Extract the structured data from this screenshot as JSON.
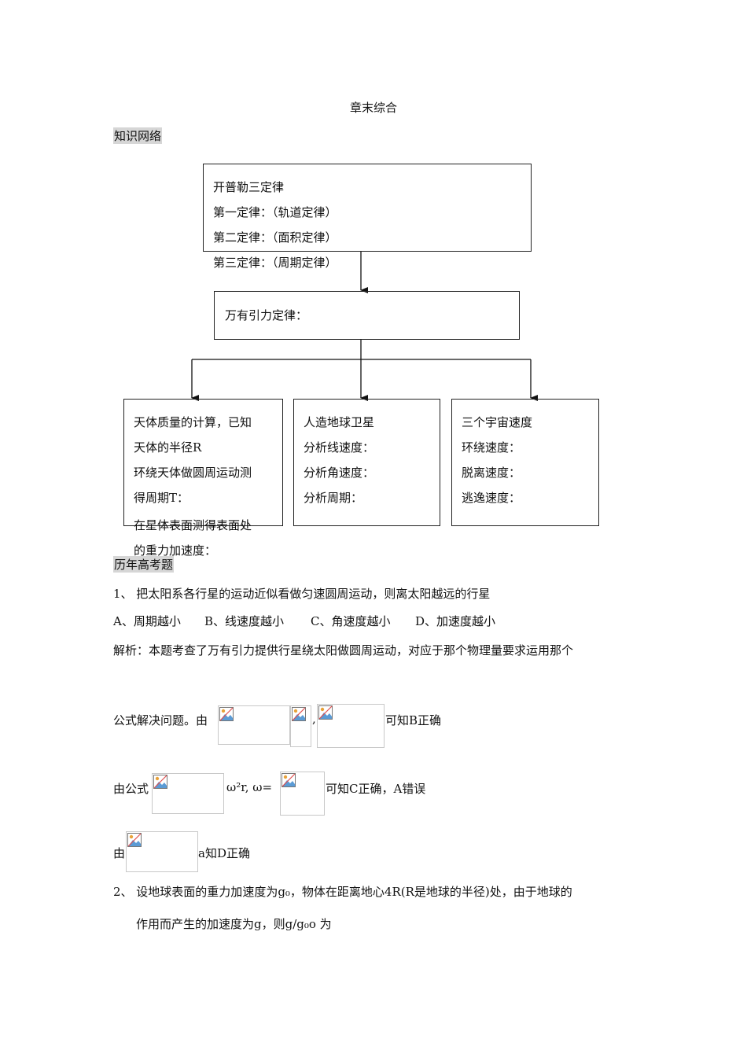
{
  "title": "章末综合",
  "section1": "知识网络",
  "kepler": {
    "heading": "开普勒三定律",
    "law1": "第一定律：（轨道定律）",
    "law2": "第二定律：（面积定律）",
    "law3": "第三定律：（周期定律）"
  },
  "gravitation": {
    "heading": "万有引力定律："
  },
  "mass": {
    "line1": "天体质量的计算，已知",
    "line2": "天体的半径R",
    "line3": "环绕天体做圆周运动测",
    "line4": "得周期T：",
    "line5": "在星体表面测得表面处",
    "line6": "的重力加速度："
  },
  "satellite": {
    "heading": "人造地球卫星",
    "line1": "分析线速度：",
    "line2": "分析角速度：",
    "line3": "分析周期："
  },
  "cosmic": {
    "heading": "三个宇宙速度",
    "line1": "环绕速度：",
    "line2": "脱离速度：",
    "line3": "逃逸速度："
  },
  "section2": "历年高考题",
  "q1": {
    "stem": "1、 把太阳系各行星的运动近似看做匀速圆周运动，则离太阳越远的行星",
    "optionA": "A、周期越小",
    "optionB": "B、线速度越小",
    "optionC": "C、角速度越小",
    "optionD": "D、加速度越小",
    "analysis": "解析：本题考查了万有引力提供行星绕太阳做圆周运动，对应于那个物理量要求运用那个",
    "line2_pre": "公式解决问题。由",
    "line2_comma": ",",
    "line2_post": "可知B正确",
    "line3_pre": "由公式",
    "line3_mid": "ω²r,  ω=",
    "line3_post": "可知C正确，A错误",
    "line4_pre": "由",
    "line4_post": "a知D正确"
  },
  "q2": {
    "line1": "2、 设地球表面的重力加速度为g₀，物体在距离地心4R(R是地球的半径)处，由于地球的",
    "line2": "作用而产生的加速度为g，则g/g₀o 为"
  }
}
